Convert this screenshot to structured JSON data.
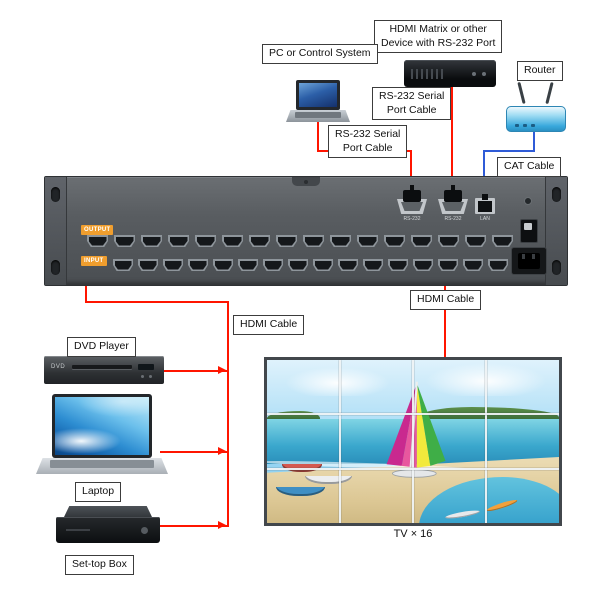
{
  "colors": {
    "wire": "#ff1500",
    "cat_wire": "#2f5bd7",
    "tag": "#f09e2e"
  },
  "labels": {
    "hdmi_matrix": {
      "line1": "HDMI Matrix or other",
      "line2": "Device with RS-232 Port"
    },
    "pc": "PC or Control System",
    "router": "Router",
    "rs232_top": {
      "line1": "RS-232 Serial",
      "line2": "Port Cable"
    },
    "rs232_left": {
      "line1": "RS-232 Serial",
      "line2": "Port Cable"
    },
    "cat": "CAT Cable",
    "hdmi_cable_right": "HDMI Cable",
    "hdmi_cable_left": "HDMI Cable",
    "dvd_player": "DVD Player",
    "laptop": "Laptop",
    "set_top_box": "Set-top Box",
    "tv_wall": "TV × 16"
  },
  "rack": {
    "output_tag": "OUTPUT",
    "input_tag": "INPUT",
    "output_port_count": 16,
    "input_port_count": 16,
    "port_labels": {
      "rs232_left": "RS-232",
      "rs232_right": "RS-232",
      "lan": "LAN"
    }
  },
  "devices": {
    "dvd_text": "DVD"
  },
  "tv_wall": {
    "cols": 4,
    "rows": 3
  }
}
